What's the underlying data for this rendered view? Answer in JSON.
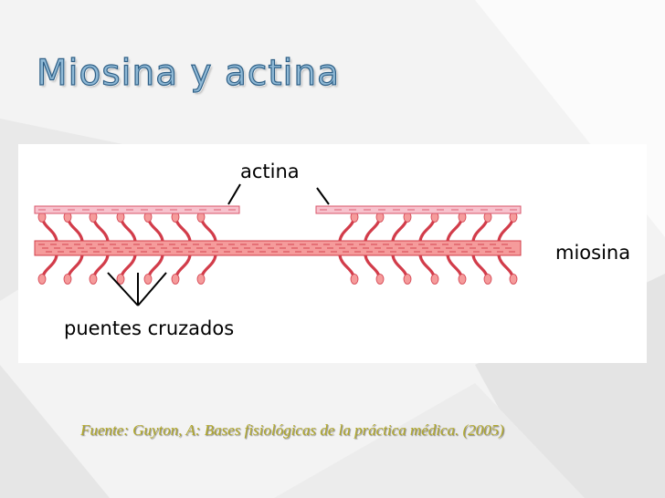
{
  "slide": {
    "title": "Miosina y actina"
  },
  "diagram": {
    "labels": {
      "actina": "actina",
      "miosina": "miosina",
      "puentes": "puentes cruzados"
    },
    "colors": {
      "filament_fill": "#f59b9b",
      "filament_stroke": "#d23c4a",
      "actin_fill": "#f7c2cd",
      "background_panel": "#ffffff"
    }
  },
  "footer": {
    "source": "Fuente: Guyton, A: Bases fisiológicas de la práctica médica. (2005)"
  }
}
